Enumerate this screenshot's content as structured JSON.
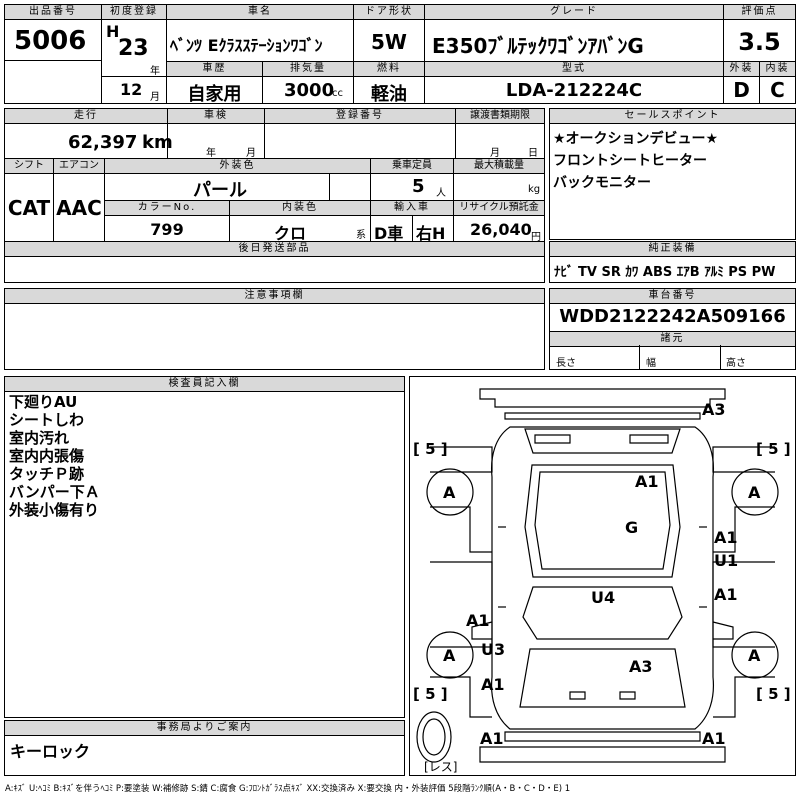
{
  "top": {
    "lot_no": {
      "label": "出品番号",
      "value": "5006"
    },
    "first_reg": {
      "label": "初度登録",
      "era": "H",
      "year": "23",
      "year_unit": "年",
      "month": "12",
      "month_unit": "月"
    },
    "car_name": {
      "label": "車名",
      "value": "ﾍﾞﾝﾂ Eｸﾗｽｽﾃｰｼｮﾝﾜｺﾞﾝ"
    },
    "doors": {
      "label": "ドア形状",
      "value": "5W"
    },
    "grade": {
      "label": "グレード",
      "value": "E350ﾌﾞﾙﾃｯｸﾜｺﾞﾝｱﾊﾞﾝG"
    },
    "score": {
      "label": "評価点",
      "value": "3.5"
    },
    "history": {
      "label": "車歴",
      "value": "自家用"
    },
    "displacement": {
      "label": "排気量",
      "value": "3000",
      "unit": "cc"
    },
    "fuel": {
      "label": "燃料",
      "value": "軽油"
    },
    "model": {
      "label": "型式",
      "value": "LDA-212224C"
    },
    "exterior": {
      "label": "外装",
      "value": "D"
    },
    "interior": {
      "label": "内装",
      "value": "C"
    }
  },
  "mid": {
    "mileage": {
      "label": "走行",
      "value": "62,397",
      "unit": "km"
    },
    "inspection": {
      "label": "車検",
      "year_unit": "年",
      "month_unit": "月"
    },
    "reg_no": {
      "label": "登録番号"
    },
    "transfer": {
      "label": "譲渡書類期限",
      "month_unit": "月",
      "day_unit": "日"
    },
    "shift": {
      "label": "シフト",
      "value": "CAT"
    },
    "aircon": {
      "label": "エアコン",
      "value": "AAC"
    },
    "ext_color": {
      "label": "外装色",
      "value": "パール"
    },
    "capacity": {
      "label": "乗車定員",
      "value": "5",
      "unit": "人"
    },
    "max_load": {
      "label": "最大積載量",
      "unit": "kg"
    },
    "color_no": {
      "label": "カラーNo.",
      "value": "799"
    },
    "int_color": {
      "label": "内装色",
      "value": "クロ",
      "suffix": "系"
    },
    "import": {
      "label": "輸入車",
      "value1": "D車",
      "value2": "右H"
    },
    "recycle": {
      "label": "リサイクル預託金",
      "value": "26,040",
      "unit": "円"
    },
    "later_parts": {
      "label": "後日発送部品"
    }
  },
  "sales_point": {
    "label": "セールスポイント",
    "lines": [
      "★オークションデビュー★",
      "フロントシートヒーター",
      "バックモニター"
    ]
  },
  "equipment": {
    "label": "純正装備",
    "items": "ﾅﾋﾞ TV SR ｶﾜ ABS ｴｱB ｱﾙﾐ PS PW"
  },
  "caution": {
    "label": "注意事項欄"
  },
  "chassis": {
    "label": "車台番号",
    "value": "WDD2122242A509166"
  },
  "specs": {
    "label": "諸元",
    "length": "長さ",
    "width": "幅",
    "height": "高さ"
  },
  "inspector": {
    "label": "検査員記入欄",
    "lines": [
      "下廻りAU",
      "シートしわ",
      "室内汚れ",
      "室内内張傷",
      "タッチＰ跡",
      "バンパー下Ａ",
      "外装小傷有り"
    ]
  },
  "office": {
    "label": "事務局よりご案内",
    "value": "キーロック"
  },
  "diagram": {
    "marks": {
      "rear_bumper": "A3",
      "roof_rear": "A1",
      "roof_center": "G",
      "right_rear_door": "A1",
      "right_rear_u": "U1",
      "center": "U4",
      "right_front_door": "A1",
      "left_rear": "A1",
      "left_front": "U3",
      "hood": "A3",
      "left_front_bottom": "A1",
      "front_left": "A1",
      "front_right": "A1",
      "tire": "A",
      "tire_depth": "5",
      "spare": "レス"
    }
  },
  "legend": "A:ｷｽﾞ U:ﾍｺﾐ B:ｷｽﾞを伴うﾍｺﾐ P:要塗装 W:補修跡 S:錆 C:腐食 G:ﾌﾛﾝﾄｶﾞﾗｽ点ｷｽﾞ XX:交換済み X:要交換 内・外装評価 5段階ﾗﾝｸ順(A・B・C・D・E) 1"
}
